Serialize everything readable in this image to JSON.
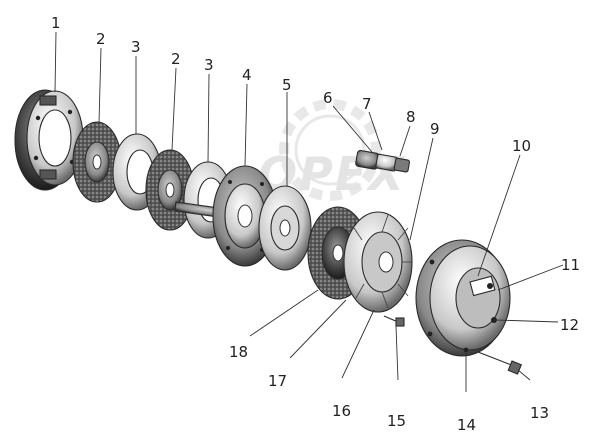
{
  "watermark": {
    "text": "OPEX"
  },
  "callouts": [
    {
      "id": "c1",
      "label": "1"
    },
    {
      "id": "c2a",
      "label": "2"
    },
    {
      "id": "c3a",
      "label": "3"
    },
    {
      "id": "c2b",
      "label": "2"
    },
    {
      "id": "c3b",
      "label": "3"
    },
    {
      "id": "c4",
      "label": "4"
    },
    {
      "id": "c5",
      "label": "5"
    },
    {
      "id": "c6",
      "label": "6"
    },
    {
      "id": "c7",
      "label": "7"
    },
    {
      "id": "c8",
      "label": "8"
    },
    {
      "id": "c9",
      "label": "9"
    },
    {
      "id": "c10",
      "label": "10"
    },
    {
      "id": "c11",
      "label": "11"
    },
    {
      "id": "c12",
      "label": "12"
    },
    {
      "id": "c13",
      "label": "13"
    },
    {
      "id": "c14",
      "label": "14"
    },
    {
      "id": "c15",
      "label": "15"
    },
    {
      "id": "c16",
      "label": "16"
    },
    {
      "id": "c17",
      "label": "17"
    },
    {
      "id": "c18",
      "label": "18"
    }
  ]
}
